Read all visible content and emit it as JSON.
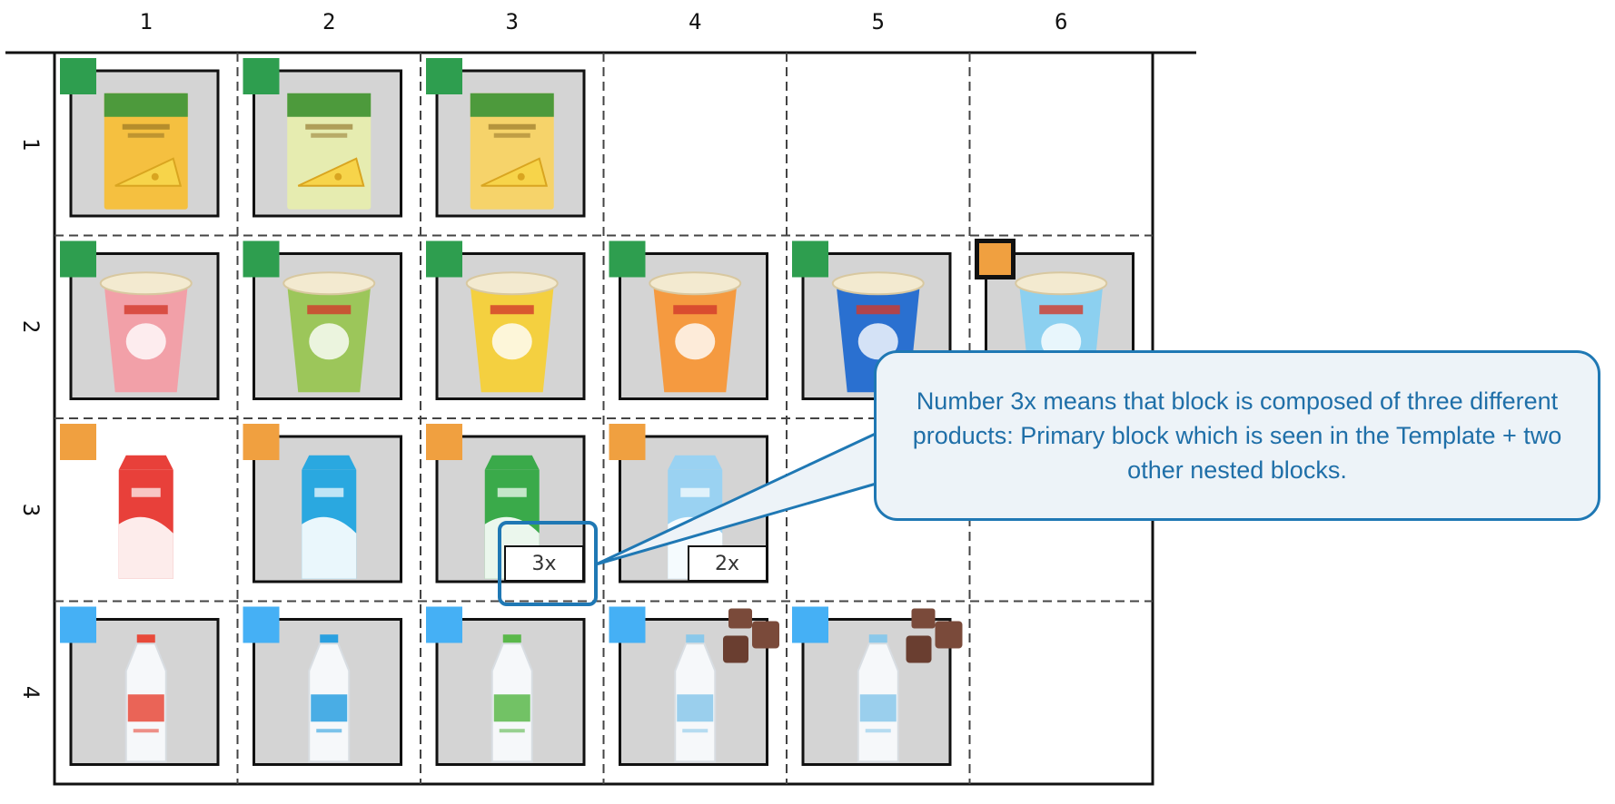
{
  "columns": [
    "1",
    "2",
    "3",
    "4",
    "5",
    "6"
  ],
  "rows": [
    "1",
    "2",
    "3",
    "4"
  ],
  "marker_colors": {
    "green": "#2e9e4f",
    "orange": "#f0a040",
    "blue": "#45b0f5",
    "chocolate": "#7a4a3a"
  },
  "cells": [
    {
      "row": 1,
      "col": 1,
      "product": "cheese-box-icon",
      "tone": "#f5c040",
      "marker": "green",
      "frame": true
    },
    {
      "row": 1,
      "col": 2,
      "product": "cheese-box-icon",
      "tone": "#e6ecb0",
      "marker": "green",
      "frame": true
    },
    {
      "row": 1,
      "col": 3,
      "product": "cheese-box-icon",
      "tone": "#f6d36a",
      "marker": "green",
      "frame": true
    },
    {
      "row": 2,
      "col": 1,
      "product": "yogurt-cup-icon",
      "tone": "#f2a0a8",
      "marker": "green",
      "frame": true
    },
    {
      "row": 2,
      "col": 2,
      "product": "yogurt-cup-icon",
      "tone": "#9cc65a",
      "marker": "green",
      "frame": true
    },
    {
      "row": 2,
      "col": 3,
      "product": "yogurt-cup-icon",
      "tone": "#f4d040",
      "marker": "green",
      "frame": true
    },
    {
      "row": 2,
      "col": 4,
      "product": "yogurt-cup-icon",
      "tone": "#f59a40",
      "marker": "green",
      "frame": true
    },
    {
      "row": 2,
      "col": 5,
      "product": "yogurt-cup-icon",
      "tone": "#2a70d0",
      "marker": "green",
      "frame": true
    },
    {
      "row": 2,
      "col": 6,
      "product": "yogurt-cup-icon",
      "tone": "#8cd0f0",
      "marker": "orange-selected",
      "frame": true
    },
    {
      "row": 3,
      "col": 1,
      "product": "milk-carton-icon",
      "tone": "#e8403a",
      "marker": "orange",
      "frame": false
    },
    {
      "row": 3,
      "col": 2,
      "product": "milk-carton-icon",
      "tone": "#2aa8e0",
      "marker": "orange",
      "frame": true
    },
    {
      "row": 3,
      "col": 3,
      "product": "milk-carton-icon",
      "tone": "#3aaa4a",
      "marker": "orange",
      "frame": true,
      "badge": "3x"
    },
    {
      "row": 3,
      "col": 4,
      "product": "milk-carton-icon",
      "tone": "#9ad2f2",
      "marker": "orange",
      "frame": true,
      "badge": "2x"
    },
    {
      "row": 4,
      "col": 1,
      "product": "milk-bottle-icon",
      "tone": "#e84a3a",
      "marker": "blue",
      "frame": true
    },
    {
      "row": 4,
      "col": 2,
      "product": "milk-bottle-icon",
      "tone": "#2aa0e0",
      "marker": "blue",
      "frame": true
    },
    {
      "row": 4,
      "col": 3,
      "product": "milk-bottle-icon",
      "tone": "#5ab84a",
      "marker": "blue",
      "frame": true
    },
    {
      "row": 4,
      "col": 4,
      "product": "milk-bottle-icon",
      "tone": "#8ac8ea",
      "marker": "blue",
      "frame": true,
      "extra": "chocolate-icon"
    },
    {
      "row": 4,
      "col": 5,
      "product": "milk-bottle-icon",
      "tone": "#8ac8ea",
      "marker": "blue",
      "frame": true,
      "extra": "chocolate-icon"
    }
  ],
  "callout": {
    "text": "Number 3x means that block is composed of three different products: Primary block which is seen in the Template + two other nested blocks."
  }
}
